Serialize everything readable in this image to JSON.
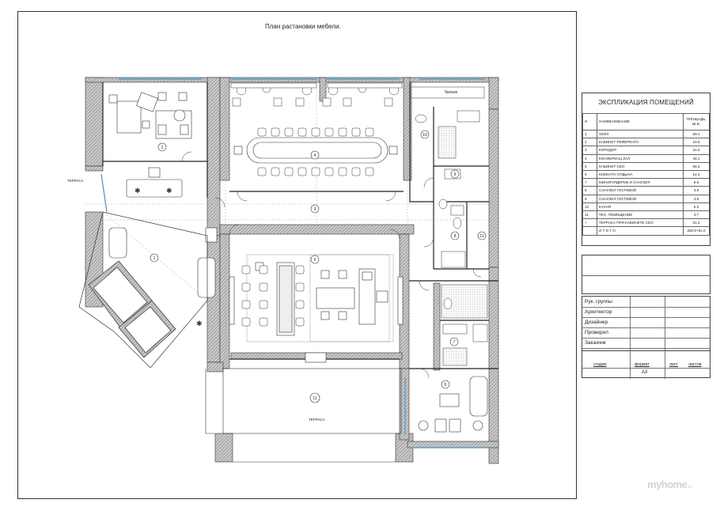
{
  "plan": {
    "title": "План растановки мебели.",
    "labels": {
      "terrace_left": "ТЕРРАСА",
      "terrace_bottom": "ТЕРРАСА",
      "balcony": "балкон"
    },
    "room_markers": [
      "1",
      "2",
      "3",
      "4",
      "5",
      "6",
      "7",
      "8",
      "9",
      "10",
      "11",
      "11"
    ]
  },
  "explication": {
    "title": "ЭКСПЛИКАЦИЯ ПОМЕЩЕНИЙ",
    "headers": {
      "num": "N",
      "name": "НАИМЕНОВАНИЕ",
      "area": "ПЛОЩАДЬ, кв.м."
    },
    "rows": [
      {
        "num": "1",
        "name": "ХОЛЛ",
        "area": "59.1"
      },
      {
        "num": "2",
        "name": "КАБИНЕТ РЕФЕРЕНТА",
        "area": "19.5"
      },
      {
        "num": "3",
        "name": "КОРИДОР",
        "area": "24.0"
      },
      {
        "num": "4",
        "name": "КОНФЕРЕНЦ ЗАЛ",
        "area": "48.1"
      },
      {
        "num": "5",
        "name": "КАБИНЕТ CEO",
        "area": "55.4"
      },
      {
        "num": "6",
        "name": "КОМНАТА ОТДЫХА",
        "area": "14.4"
      },
      {
        "num": "7",
        "name": "МИНИГАРДЕРОБ И САНУЗЕЛ",
        "area": "8.6"
      },
      {
        "num": "8",
        "name": "САНУЗЕЛ ГОСТЕВОЙ",
        "area": "3.9"
      },
      {
        "num": "9",
        "name": "САНУЗЕЛ ГОСТЕВОЙ",
        "area": "4.5"
      },
      {
        "num": "10",
        "name": "КУХНЯ",
        "area": "6.2"
      },
      {
        "num": "11",
        "name": "ТЕХ. ПОМЕЩЕНИЕ",
        "area": "3.7"
      },
      {
        "num": "+",
        "name": "ТЕРРАСА ПРИ КАБИНЕТЕ CEO",
        "area": "61.0"
      },
      {
        "num": "",
        "name": "И Т О Г О",
        "area": "250.8+61.0"
      }
    ]
  },
  "stamp": {
    "rows": [
      "Рук. группы",
      "Архитектор",
      "Дизайнер",
      "Проверил",
      "Заказчик"
    ],
    "footer": {
      "stage": "стадия",
      "format": "формат",
      "sheet": "лист",
      "sheets": "листов",
      "format_value": "А3"
    }
  },
  "watermark": {
    "brand": "myhome",
    "suffix": ".ru"
  }
}
